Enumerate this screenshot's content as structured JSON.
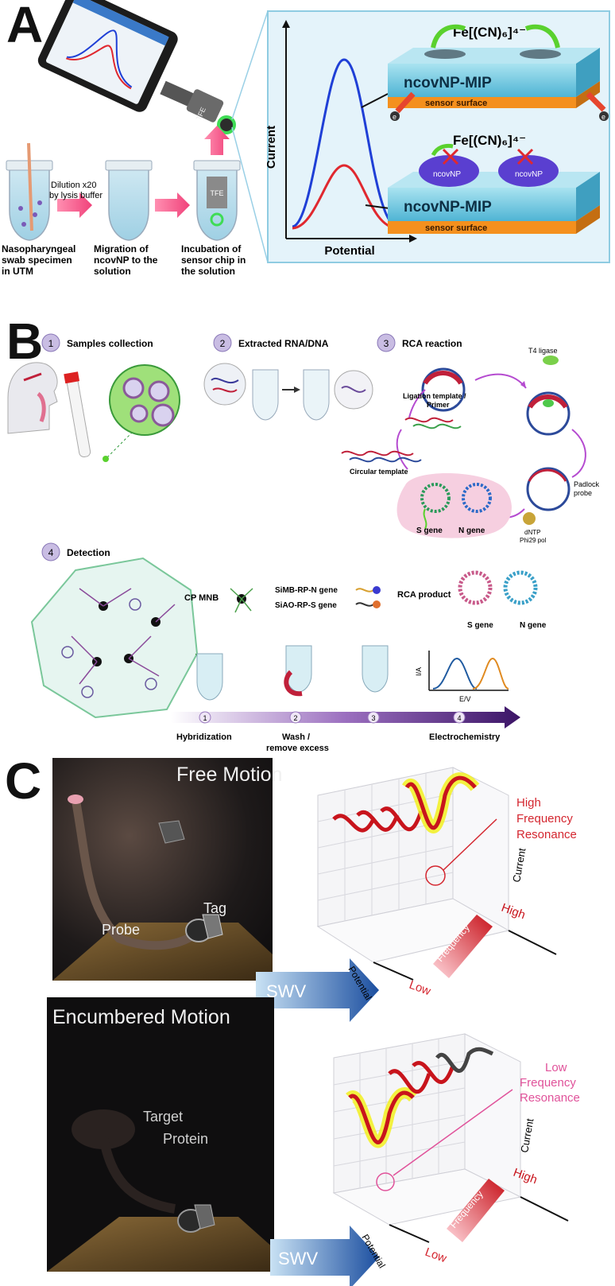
{
  "panels": {
    "a": {
      "letter": "A"
    },
    "b": {
      "letter": "B"
    },
    "c": {
      "letter": "C"
    }
  },
  "panel_a": {
    "steps": [
      {
        "label": "Nasopharyngeal swab specimen in UTM"
      },
      {
        "label": "Migration of ncovNP to the solution"
      },
      {
        "label": "Incubation of sensor chip in the solution"
      }
    ],
    "dilution_note": "Dilution x20 by lysis buffer",
    "tube_label": "TFE",
    "chip_label": "TFE",
    "y_axis": "Current",
    "x_axis": "Potential",
    "probe_top": "Fe[(CN)₆]⁴⁻",
    "probe_bottom": "Fe[(CN)₆]⁴⁻",
    "layer_label": "ncovNP-MIP",
    "surface_label": "sensor surface",
    "np_label": "ncovNP",
    "electron": "e"
  },
  "panel_b": {
    "step1": {
      "num": "1",
      "title": "Samples collection"
    },
    "step2": {
      "num": "2",
      "title": "Extracted RNA/DNA"
    },
    "step3": {
      "num": "3",
      "title": "RCA reaction"
    },
    "step4": {
      "num": "4",
      "title": "Detection"
    },
    "rca": {
      "t4": "T4 ligase",
      "ligation": "Ligation template / Primer",
      "circular": "Circular template",
      "padlock": "Padlock probe",
      "dntp": "dNTP Phi29 pol",
      "s_gene": "S gene",
      "n_gene": "N gene"
    },
    "legend": {
      "cp_mnb": "CP MNB",
      "simb": "SiMB-RP-N gene",
      "siao": "SiAO-RP-S gene",
      "rca_product": "RCA product",
      "s_gene": "S gene",
      "n_gene": "N gene"
    },
    "workflow": [
      {
        "num": "1",
        "label": "Hybridization"
      },
      {
        "num": "2",
        "label": "Wash / remove excess"
      },
      {
        "num": "3",
        "label": ""
      },
      {
        "num": "4",
        "label": "Electrochemistry"
      }
    ],
    "plot_y": "I/A",
    "plot_x": "E/V"
  },
  "panel_c": {
    "top": {
      "title": "Free Motion",
      "tag": "Tag",
      "probe": "Probe",
      "swv": "SWV",
      "resonance": "High Frequency Resonance",
      "current": "Current",
      "potential": "Potential",
      "frequency": "Frequency",
      "high": "High",
      "low": "Low"
    },
    "bottom": {
      "title": "Encumbered Motion",
      "target": "Target Protein",
      "swv": "SWV",
      "resonance": "Low Frequency Resonance",
      "current": "Current",
      "potential": "Potential",
      "frequency": "Frequency",
      "high": "High",
      "low": "Low"
    }
  },
  "colors": {
    "blue_curve": "#1f3fd6",
    "red_curve": "#e0282f",
    "mip_blue": "#6fc6de",
    "surface_orange": "#f4901e",
    "arrow_pink": "#f04e86",
    "step_circle": "#c9bde3",
    "wave_red": "#c8141c",
    "highlight_yellow": "#f2f020",
    "swv_blue": "#1c4fa0",
    "resonance_red": "#d4262f",
    "resonance_pink": "#e0529a"
  }
}
